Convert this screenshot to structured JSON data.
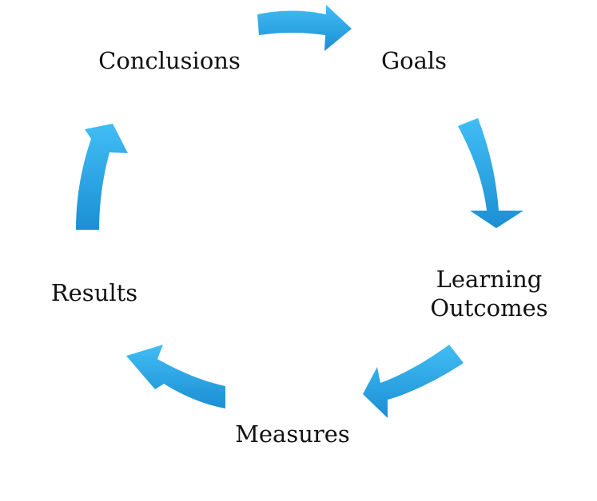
{
  "diagram": {
    "type": "cycle",
    "accent_color": "#2aa7e6",
    "accent_color_light": "#41bdf5",
    "accent_color_dark": "#1c8fd3",
    "nodes": [
      {
        "id": "goals",
        "label": "Goals"
      },
      {
        "id": "learning-outcomes",
        "line1": "Learning",
        "line2": "Outcomes"
      },
      {
        "id": "measures",
        "label": "Measures"
      },
      {
        "id": "results",
        "label": "Results"
      },
      {
        "id": "conclusions",
        "label": "Conclusions"
      }
    ],
    "flow": [
      [
        "goals",
        "learning-outcomes"
      ],
      [
        "learning-outcomes",
        "measures"
      ],
      [
        "measures",
        "results"
      ],
      [
        "results",
        "conclusions"
      ],
      [
        "conclusions",
        "goals"
      ]
    ]
  }
}
